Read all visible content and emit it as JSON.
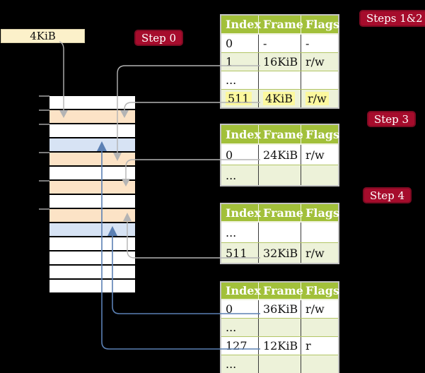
{
  "legend_box": {
    "label": "4KiB"
  },
  "badges": {
    "step0": "Step 0",
    "steps12": "Steps 1&2",
    "step3": "Step 3",
    "step4": "Step 4"
  },
  "tables": [
    {
      "name": "page-table-level-4",
      "headers": [
        "Index",
        "Frame",
        "Flags"
      ],
      "rows": [
        {
          "cells": [
            "0",
            "-",
            "-"
          ]
        },
        {
          "cells": [
            "1",
            "16KiB",
            "r/w"
          ]
        },
        {
          "cells": [
            "...",
            "",
            ""
          ]
        },
        {
          "cells": [
            "511",
            "4KiB",
            "r/w"
          ],
          "highlight": true
        }
      ]
    },
    {
      "name": "page-table-level-3",
      "headers": [
        "Index",
        "Frame",
        "Flags"
      ],
      "rows": [
        {
          "cells": [
            "0",
            "24KiB",
            "r/w"
          ]
        },
        {
          "cells": [
            "...",
            "",
            ""
          ]
        }
      ]
    },
    {
      "name": "page-table-level-2",
      "headers": [
        "Index",
        "Frame",
        "Flags"
      ],
      "rows": [
        {
          "cells": [
            "...",
            "",
            ""
          ]
        },
        {
          "cells": [
            "511",
            "32KiB",
            "r/w"
          ]
        }
      ]
    },
    {
      "name": "page-table-level-1",
      "headers": [
        "Index",
        "Frame",
        "Flags"
      ],
      "rows": [
        {
          "cells": [
            "0",
            "36KiB",
            "r/w"
          ]
        },
        {
          "cells": [
            "...",
            "",
            ""
          ]
        },
        {
          "cells": [
            "127",
            "12KiB",
            "r"
          ]
        },
        {
          "cells": [
            "...",
            "",
            ""
          ]
        }
      ]
    }
  ],
  "memory_strip": {
    "rows": [
      {
        "type": "free"
      },
      {
        "type": "page-table"
      },
      {
        "type": "free"
      },
      {
        "type": "mapped-frame"
      },
      {
        "type": "page-table"
      },
      {
        "type": "free"
      },
      {
        "type": "page-table"
      },
      {
        "type": "free"
      },
      {
        "type": "page-table"
      },
      {
        "type": "mapped-frame"
      },
      {
        "type": "free"
      },
      {
        "type": "free"
      },
      {
        "type": "free"
      },
      {
        "type": "free"
      }
    ]
  },
  "colors": {
    "accent_red": "#a60c2c",
    "accent_red_border": "#7d0a22",
    "header_green": "#a2c03a",
    "row_alt": "#edf2d9",
    "highlight_yellow": "#fcf89e",
    "frame_orange": "#fce3c6",
    "frame_blue": "#d7e3f4",
    "box_cream": "#fcf1ca",
    "line_gray": "#b4b4b4",
    "line_blue": "#5b80b4",
    "tick_gray": "#7a7a7a"
  }
}
